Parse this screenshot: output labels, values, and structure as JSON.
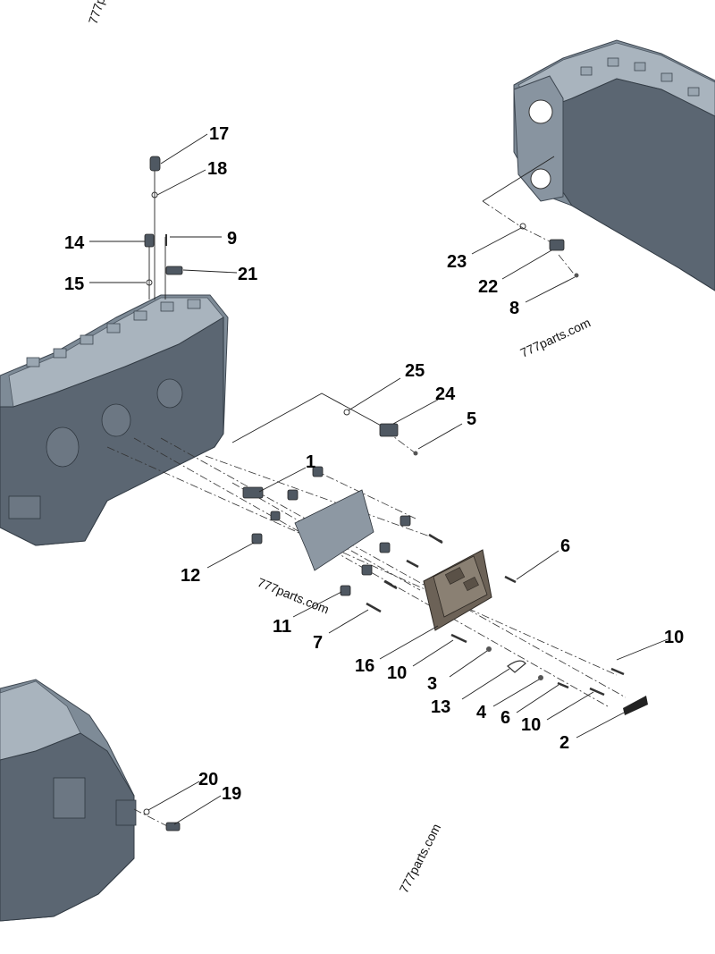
{
  "diagram": {
    "callouts": [
      "17",
      "18",
      "14",
      "9",
      "15",
      "21",
      "23",
      "22",
      "8",
      "25",
      "24",
      "5",
      "1",
      "6",
      "12",
      "11",
      "7",
      "16",
      "10",
      "3",
      "13",
      "4",
      "2",
      "20",
      "19"
    ],
    "watermarks": [
      "777parts.com",
      "777parts.com",
      "777parts.com",
      "777p"
    ]
  }
}
